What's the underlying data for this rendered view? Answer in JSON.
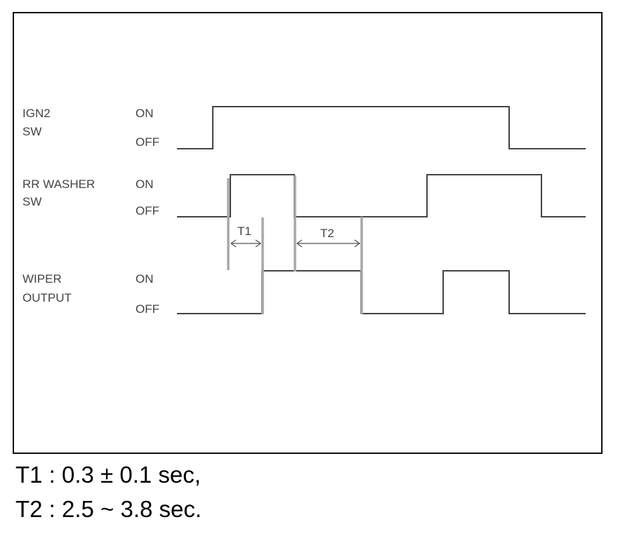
{
  "signals": [
    {
      "name_line1": "IGN2",
      "name_line2": "SW",
      "on": "ON",
      "off": "OFF"
    },
    {
      "name_line1": "RR WASHER",
      "name_line2": "SW",
      "on": "ON",
      "off": "OFF"
    },
    {
      "name_line1": "WIPER",
      "name_line2": "OUTPUT",
      "on": "ON",
      "off": "OFF"
    }
  ],
  "intervals": {
    "t1": "T1",
    "t2": "T2"
  },
  "notes": {
    "t1": "T1 : 0.3 ± 0.1 sec,",
    "t2": "T2 : 2.5 ~ 3.8 sec."
  }
}
